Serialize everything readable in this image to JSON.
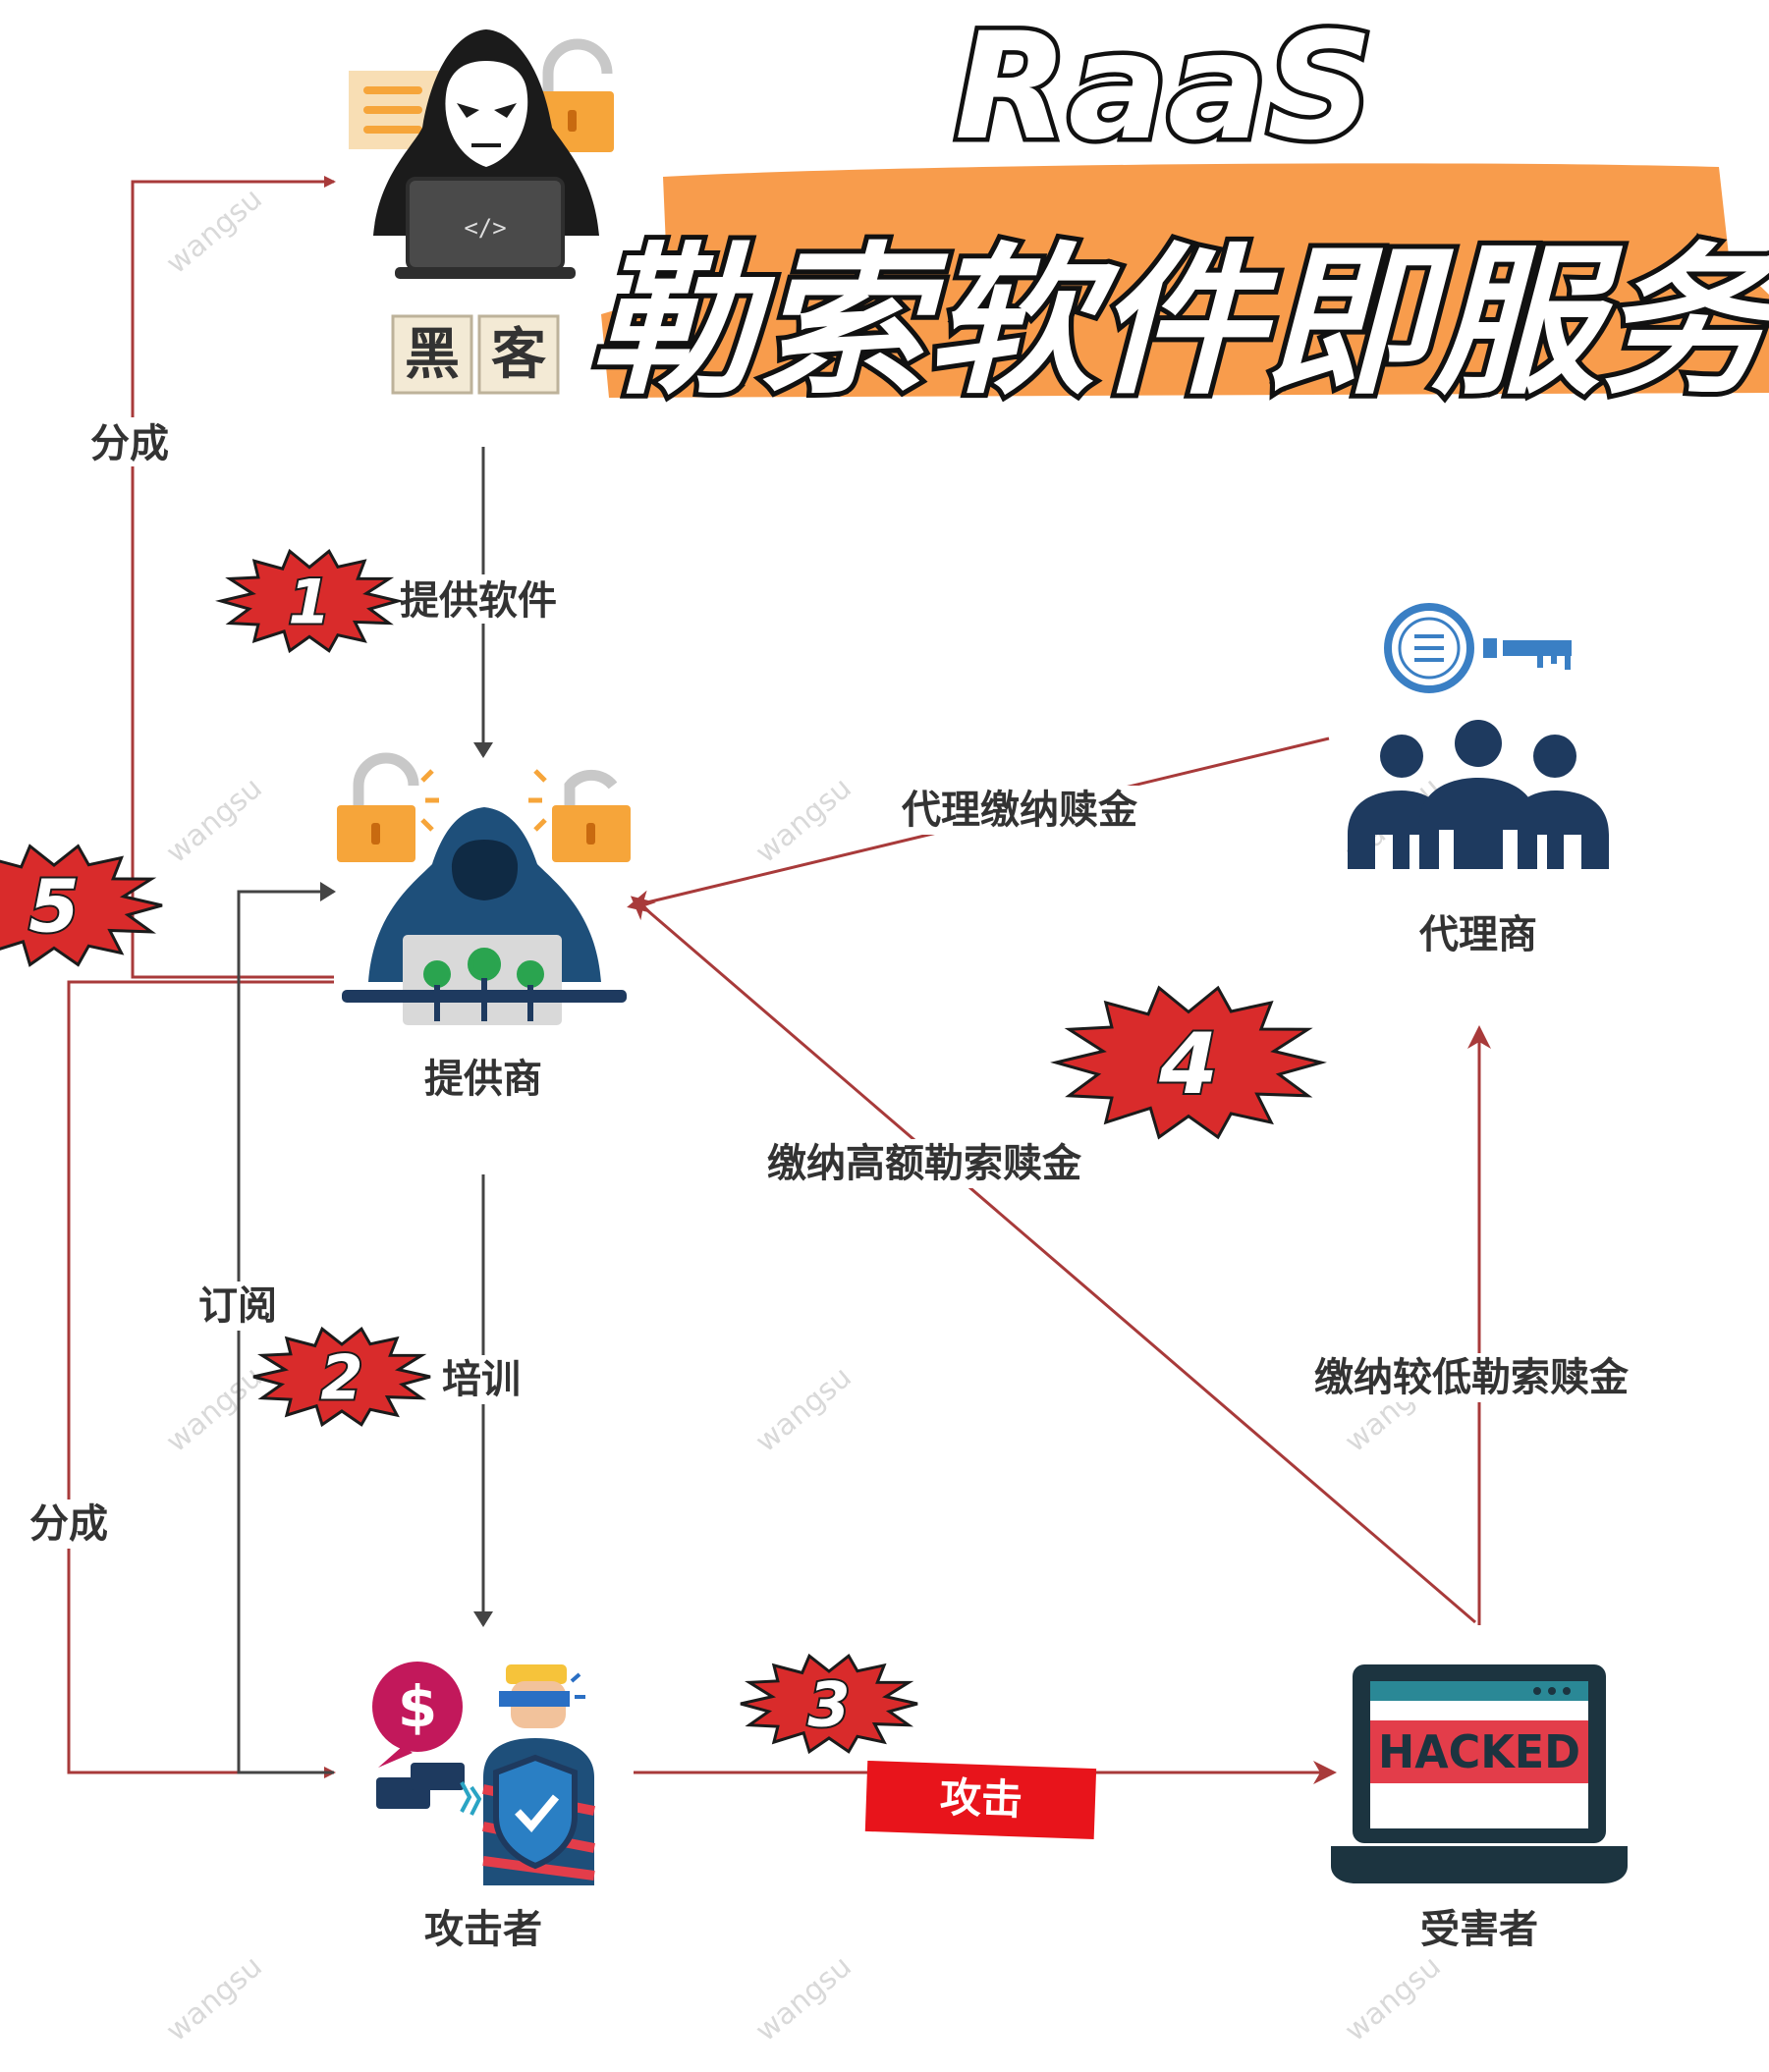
{
  "title": {
    "main": "RaaS",
    "sub": "勒索软件即服务",
    "brush_color": "#f89c4c"
  },
  "watermark": "wangsu",
  "nodes": {
    "hacker": {
      "tag_chars": [
        "黑",
        "客"
      ]
    },
    "provider": {
      "label": "提供商"
    },
    "agent": {
      "label": "代理商"
    },
    "attacker": {
      "label": "攻击者"
    },
    "victim": {
      "label": "受害者",
      "screen_text": "HACKED"
    }
  },
  "steps": [
    {
      "num": "1",
      "label": "提供软件"
    },
    {
      "num": "2",
      "label": "培训"
    },
    {
      "num": "3",
      "label": "攻击"
    },
    {
      "num": "4",
      "label": "缴纳高额勒索赎金"
    },
    {
      "num": "5"
    }
  ],
  "edges": {
    "share_top": "分成",
    "share_bottom": "分成",
    "subscribe": "订阅",
    "agent_pay": "代理缴纳赎金",
    "victim_to_agent": "缴纳较低勒索赎金"
  },
  "colors": {
    "flow_red": "#a83a3a",
    "burst_red": "#d92b2b",
    "dark_navy": "#1e3a5f",
    "icon_orange": "#f6a53a",
    "attack_red": "#e8141b",
    "gray_arrow": "#444444"
  }
}
